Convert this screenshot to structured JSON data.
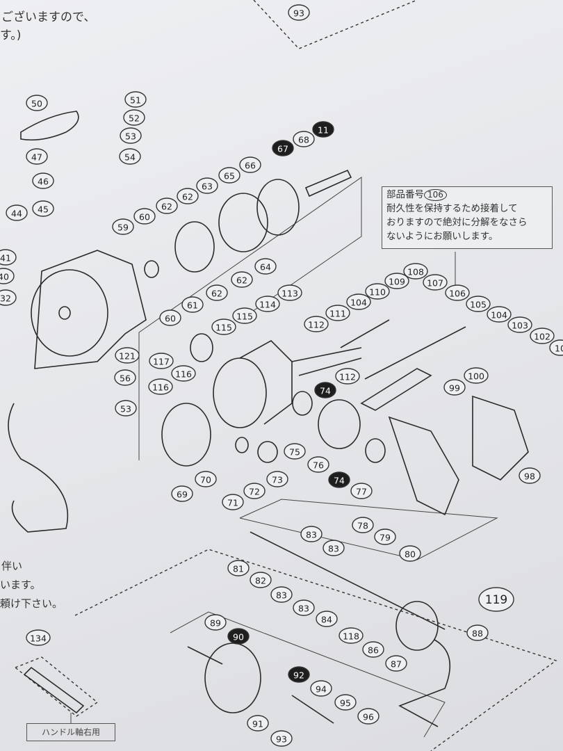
{
  "header_text_fragments": [
    "ございますので、",
    "す。)"
  ],
  "notice": {
    "prefix": "部品番号",
    "part_number": "106",
    "body": "耐久性を保持するため接着して\nおりますので絶対に分解をなさら\nないようにお願いします。"
  },
  "left_text_fragments": [
    "伴い",
    "います。",
    "頼け下さい。"
  ],
  "handle_tag": "ハンドル軸右用",
  "part_labels": [
    {
      "n": "93"
    },
    {
      "n": "50"
    },
    {
      "n": "51"
    },
    {
      "n": "52"
    },
    {
      "n": "53"
    },
    {
      "n": "47"
    },
    {
      "n": "54"
    },
    {
      "n": "46"
    },
    {
      "n": "45"
    },
    {
      "n": "44"
    },
    {
      "n": "60"
    },
    {
      "n": "62"
    },
    {
      "n": "62"
    },
    {
      "n": "63"
    },
    {
      "n": "65"
    },
    {
      "n": "66"
    },
    {
      "n": "67",
      "filled": true
    },
    {
      "n": "68"
    },
    {
      "n": "11",
      "filled": true
    },
    {
      "n": "59"
    },
    {
      "n": "41"
    },
    {
      "n": "40"
    },
    {
      "n": "32"
    },
    {
      "n": "64"
    },
    {
      "n": "62"
    },
    {
      "n": "61"
    },
    {
      "n": "62"
    },
    {
      "n": "60"
    },
    {
      "n": "121"
    },
    {
      "n": "56"
    },
    {
      "n": "53"
    },
    {
      "n": "113"
    },
    {
      "n": "114"
    },
    {
      "n": "115"
    },
    {
      "n": "115"
    },
    {
      "n": "112"
    },
    {
      "n": "111"
    },
    {
      "n": "104"
    },
    {
      "n": "110"
    },
    {
      "n": "109"
    },
    {
      "n": "108"
    },
    {
      "n": "107"
    },
    {
      "n": "106"
    },
    {
      "n": "105"
    },
    {
      "n": "104"
    },
    {
      "n": "103"
    },
    {
      "n": "102"
    },
    {
      "n": "10"
    },
    {
      "n": "117"
    },
    {
      "n": "116"
    },
    {
      "n": "116"
    },
    {
      "n": "74",
      "filled": true
    },
    {
      "n": "112"
    },
    {
      "n": "100"
    },
    {
      "n": "99"
    },
    {
      "n": "75"
    },
    {
      "n": "76"
    },
    {
      "n": "74",
      "filled": true
    },
    {
      "n": "77"
    },
    {
      "n": "98"
    },
    {
      "n": "69"
    },
    {
      "n": "70"
    },
    {
      "n": "71"
    },
    {
      "n": "72"
    },
    {
      "n": "73"
    },
    {
      "n": "78"
    },
    {
      "n": "79"
    },
    {
      "n": "80"
    },
    {
      "n": "83"
    },
    {
      "n": "83"
    },
    {
      "n": "81"
    },
    {
      "n": "82"
    },
    {
      "n": "83"
    },
    {
      "n": "83"
    },
    {
      "n": "84"
    },
    {
      "n": "118"
    },
    {
      "n": "86"
    },
    {
      "n": "87"
    },
    {
      "n": "88"
    },
    {
      "n": "119"
    },
    {
      "n": "89"
    },
    {
      "n": "90",
      "filled": true
    },
    {
      "n": "92",
      "filled": true
    },
    {
      "n": "94"
    },
    {
      "n": "95"
    },
    {
      "n": "96"
    },
    {
      "n": "91"
    },
    {
      "n": "93"
    },
    {
      "n": "134"
    }
  ]
}
